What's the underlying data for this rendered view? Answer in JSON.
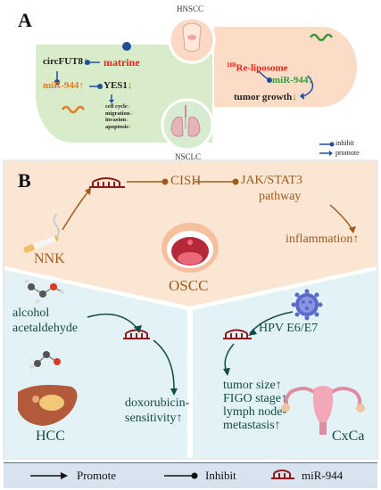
{
  "panel_a": {
    "letter": "A",
    "hnscc": "HNSCC",
    "nsclc": "NSCLC",
    "circfut8": "circFUT8",
    "matrine": "matrine",
    "mir944": "miR-944",
    "yes1": "YES1",
    "effect_cell_cycle": "cell cycle",
    "effect_migration": "migration",
    "effect_invasion": "invasion",
    "effect_apoptosis": "apoptosis",
    "re_liposome_sup": "188",
    "re_liposome": "Re-liposome",
    "mir944_right": "miR-944",
    "tumor_growth": "tumor growth",
    "legend_inhibit": "inhibit",
    "legend_promote": "promote",
    "down": "↓",
    "up": "↑"
  },
  "panel_b": {
    "letter": "B",
    "cish": "CISH",
    "jak_stat3": "JAK/STAT3",
    "pathway": "pathway",
    "nnk": "NNK",
    "inflammation": "inflammation",
    "oscc": "OSCC",
    "alcohol": "alcohol",
    "acetaldehyde": "acetaldehyde",
    "hcc": "HCC",
    "doxorubicin": "doxorubicin-",
    "sensitivity": "sensitivity",
    "hpv": "HPV E6/E7",
    "tumor_size": "tumor size",
    "figo_stage": "FIGO stage",
    "lymph_node": "lymph node-",
    "metastasis": "metastasis",
    "cxca": "CxCa",
    "up": "↑"
  },
  "legend_bottom": {
    "promote": "Promote",
    "inhibit": "Inhibit",
    "mir944": "miR-944"
  },
  "colors": {
    "green_box": "#d9ecc9",
    "peach_box": "#fbdcc7",
    "b_top_bg": "#fbe6d4",
    "b_left_bg": "#e3f3f5",
    "b_right_bg": "#e3f3f5",
    "legend_bg": "#d7e3ee",
    "red_text": "#e8231b",
    "orange_text": "#e8791f",
    "green_text": "#3a9a3a",
    "teal_text": "#1a5a52",
    "brown_text": "#a05a1c",
    "blue_arrow": "#1f4e9c"
  }
}
